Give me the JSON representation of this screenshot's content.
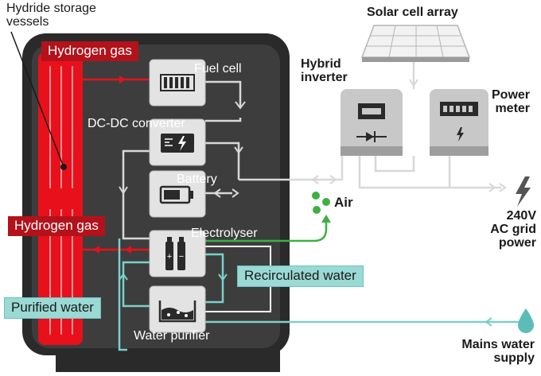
{
  "labels": {
    "hydride_vessels": "Hydride storage\nvessels",
    "hydrogen_gas_top": "Hydrogen gas",
    "hydrogen_gas_mid": "Hydrogen gas",
    "fuel_cell": "Fuel cell",
    "dc_dc_converter": "DC-DC converter",
    "battery": "Battery",
    "electrolyser": "Electrolyser",
    "recirculated_water": "Recirculated water",
    "purified_water": "Purified water",
    "water_purifier": "Water purifier",
    "air": "Air",
    "solar_cell_array": "Solar cell array",
    "hybrid_inverter": "Hybrid\ninverter",
    "power_meter": "Power\nmeter",
    "grid_power": "240V\nAC grid\npower",
    "mains_water_supply": "Mains water\nsupply"
  },
  "colors": {
    "hydrogen_red": "#e8101a",
    "hydrogen_tag": "#b3121b",
    "water_teal": "#7cd0ca",
    "air_green": "#3cb043",
    "cabinet_dark": "#3b3b3b",
    "cabinet_frame": "#2a2a2a",
    "component_grey": "#e3e3e3",
    "inverter_grey": "#c8c8c8"
  }
}
